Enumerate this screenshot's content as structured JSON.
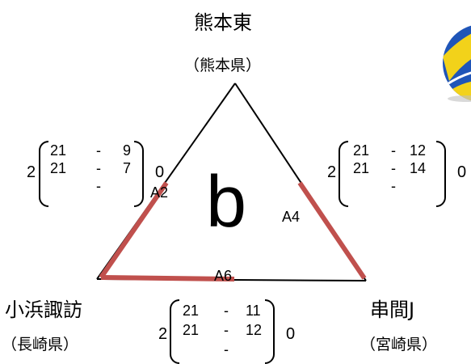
{
  "teams": {
    "top": {
      "name": "熊本東",
      "prefecture": "（熊本県）"
    },
    "left": {
      "name": "小浜諏訪",
      "prefecture": "（長崎県）"
    },
    "right": {
      "name": "串間J",
      "prefecture": "（宮崎県）"
    }
  },
  "pool_label": "b",
  "courts": {
    "left": "A2",
    "right": "A4",
    "bottom": "A6"
  },
  "matches": {
    "left_edge": {
      "set1": [
        "21",
        "-",
        "9"
      ],
      "set2": [
        "21",
        "-",
        "7"
      ],
      "set3": [
        "",
        "-",
        ""
      ],
      "sets_won_left": "2",
      "sets_won_right": "0"
    },
    "right_edge": {
      "set1": [
        "21",
        "-",
        "12"
      ],
      "set2": [
        "21",
        "-",
        "14"
      ],
      "set3": [
        "",
        "-",
        ""
      ],
      "sets_won_left": "2",
      "sets_won_right": "0"
    },
    "bottom_edge": {
      "set1": [
        "21",
        "-",
        "11"
      ],
      "set2": [
        "21",
        "-",
        "12"
      ],
      "set3": [
        "",
        "-",
        ""
      ],
      "sets_won_left": "2",
      "sets_won_right": "0"
    }
  },
  "colors": {
    "highlight": "#c0504d",
    "line": "#000000"
  },
  "icons": {
    "ball": "volleyball-icon"
  }
}
